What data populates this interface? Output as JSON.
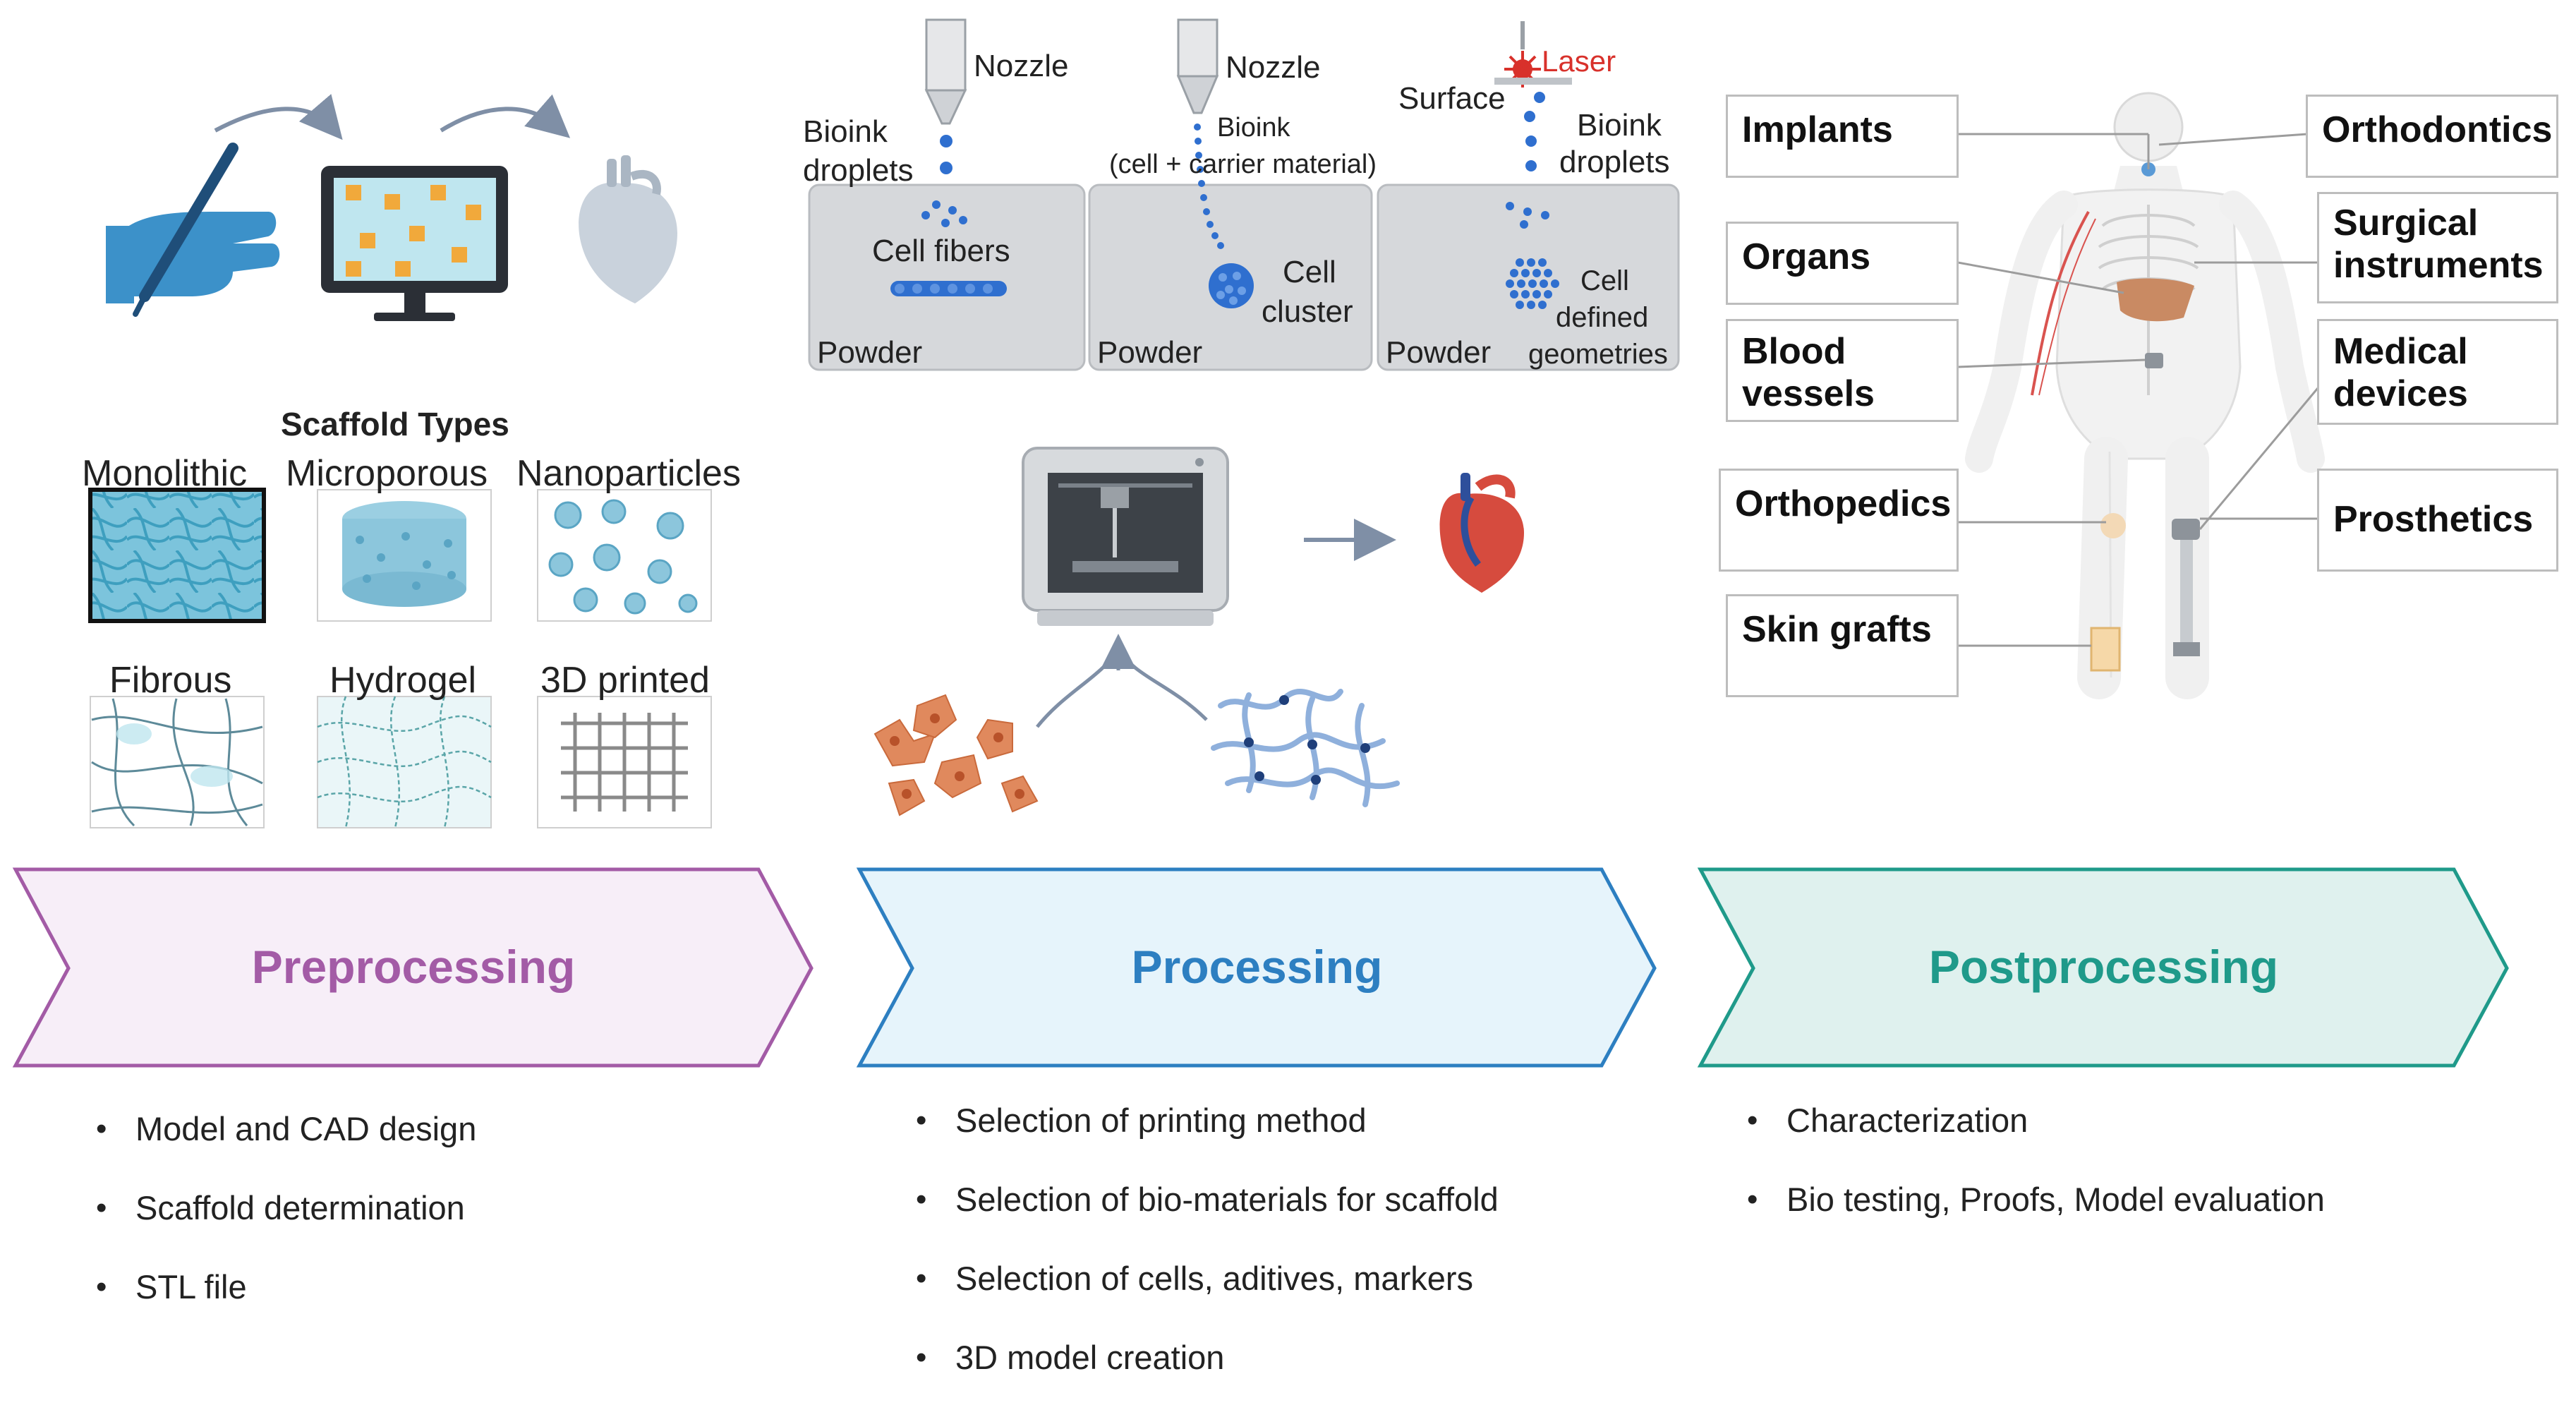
{
  "preprocessing": {
    "scaffold_title": "Scaffold Types",
    "scaffold_types": [
      "Monolithic",
      "Microporous",
      "Nanoparticles",
      "Fibrous",
      "Hydrogel",
      "3D printed"
    ],
    "stage_label": "Preprocessing",
    "bullets": [
      "Model and CAD design",
      "Scaffold determination",
      "STL file"
    ],
    "color": "#a35ba6",
    "fill": "#f7eef8"
  },
  "processing": {
    "panel1": {
      "nozzle": "Nozzle",
      "bioink": "Bioink droplets",
      "bioink_line1": "Bioink",
      "bioink_line2": "droplets",
      "result": "Cell fibers",
      "base": "Powder"
    },
    "panel2": {
      "nozzle": "Nozzle",
      "bioink": "Bioink",
      "carrier": "(cell + carrier material)",
      "result_line1": "Cell",
      "result_line2": "cluster",
      "base": "Powder"
    },
    "panel3": {
      "laser": "Laser",
      "surface": "Surface",
      "bioink_line1": "Bioink",
      "bioink_line2": "droplets",
      "result_line1": "Cell",
      "result_line2": "defined",
      "result_line3": "geometries",
      "base": "Powder"
    },
    "stage_label": "Processing",
    "bullets": [
      "Selection of printing method",
      "Selection of bio-materials for scaffold",
      "Selection of cells, aditives, markers",
      "3D model creation"
    ],
    "color": "#2d7fc1",
    "fill": "#e6f4fb"
  },
  "postprocessing": {
    "applications_left": [
      "Implants",
      "Organs",
      "Blood vessels",
      "Orthopedics",
      "Skin grafts"
    ],
    "blood_line1": "Blood",
    "blood_line2": "vessels",
    "applications_right": [
      "Orthodontics",
      "Surgical instruments",
      "Medical devices",
      "Prosthetics"
    ],
    "surgical_line1": "Surgical",
    "surgical_line2": "instruments",
    "medical_line1": "Medical",
    "medical_line2": "devices",
    "stage_label": "Postprocessing",
    "bullets": [
      "Characterization",
      "Bio testing, Proofs, Model evaluation"
    ],
    "color": "#1f9a8a",
    "fill": "#dff1ee"
  },
  "colors": {
    "laser_red": "#d8312b",
    "bioink_blue": "#2f6fcf",
    "panel_gray": "#d6d8db",
    "hand_blue": "#3c91c9",
    "cell_orange": "#e0895d"
  }
}
